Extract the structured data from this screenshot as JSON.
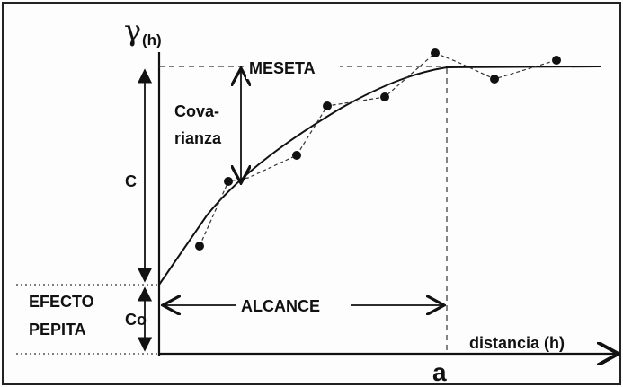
{
  "diagram": {
    "y_axis_symbol": "γ",
    "y_axis_subscript": "(h)",
    "x_axis_label": "distancia (h)",
    "range_symbol": "a",
    "labels": {
      "sill": "MESETA",
      "covariance_line1": "Cova-",
      "covariance_line2": "rianza",
      "c": "C",
      "nugget_line1": "EFECTO",
      "nugget_line2": "PEPITA",
      "c0": "Co",
      "range": "ALCANCE"
    },
    "colors": {
      "ink": "#111111",
      "background": "#fdfdfd"
    }
  }
}
